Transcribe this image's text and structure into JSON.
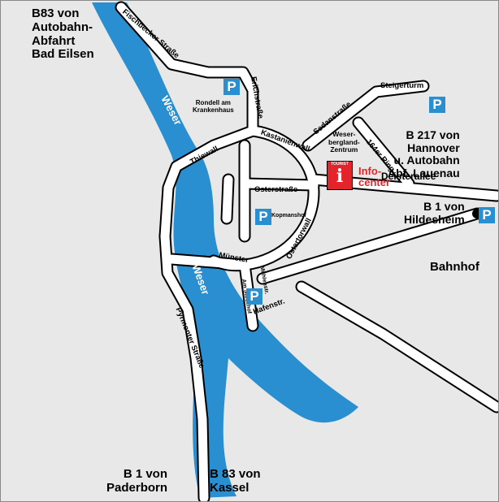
{
  "colors": {
    "river": "#2a8fd0",
    "road": "#ffffff",
    "road_outline": "#000000",
    "background": "#e8e8e8",
    "info_red": "#e3242b",
    "parking": "#2a8fd0"
  },
  "destinations": {
    "top_left": "B83 von\nAutobahn-\nAbfahrt\nBad Eilsen",
    "right_b217": "B 217 von\nHannover\nu. Autobahn\nAbf. Lauenau",
    "right_b1": "B 1 von\nHildesheim",
    "bottom_b1": "B 1 von\nPaderborn",
    "bottom_b83": "B 83 von\nKassel"
  },
  "streets": {
    "fischbecker": "Fischbecker Straße",
    "erichs": "Erichstraße",
    "thiewall": "Thiewall",
    "kastanienwall": "Kastanienwall",
    "sedan": "Sedanstraße",
    "steigerturm": "Steigerturm",
    "ring164": "164er Ring",
    "deisterallee": "Deisterallee",
    "osterstrasse": "Osterstraße",
    "kopmanshof": "Kopmanshof",
    "ostertorwall": "Ostertorwall",
    "muenster": "Münster",
    "muehlenstr": "Mühlenstr.",
    "am_stockhof": "Am Stockhof",
    "hafenstr": "Hafenstr.",
    "pyrmonter": "Pyrmonter Straße",
    "bahnhof": "Bahnhof"
  },
  "landmarks": {
    "rondell": "Rondell am\nKrankenhaus",
    "weserbergland": "Weser-\nbergland-\nZentrum",
    "infocenter": "Info-\ncenter",
    "tourist": "TOURIST",
    "info_i": "i"
  },
  "river": {
    "upper": "Weser",
    "lower": "Weser"
  },
  "parking_symbol": "P",
  "icons": [
    "parking-icon",
    "tourist-info-icon",
    "station-dot-icon"
  ]
}
